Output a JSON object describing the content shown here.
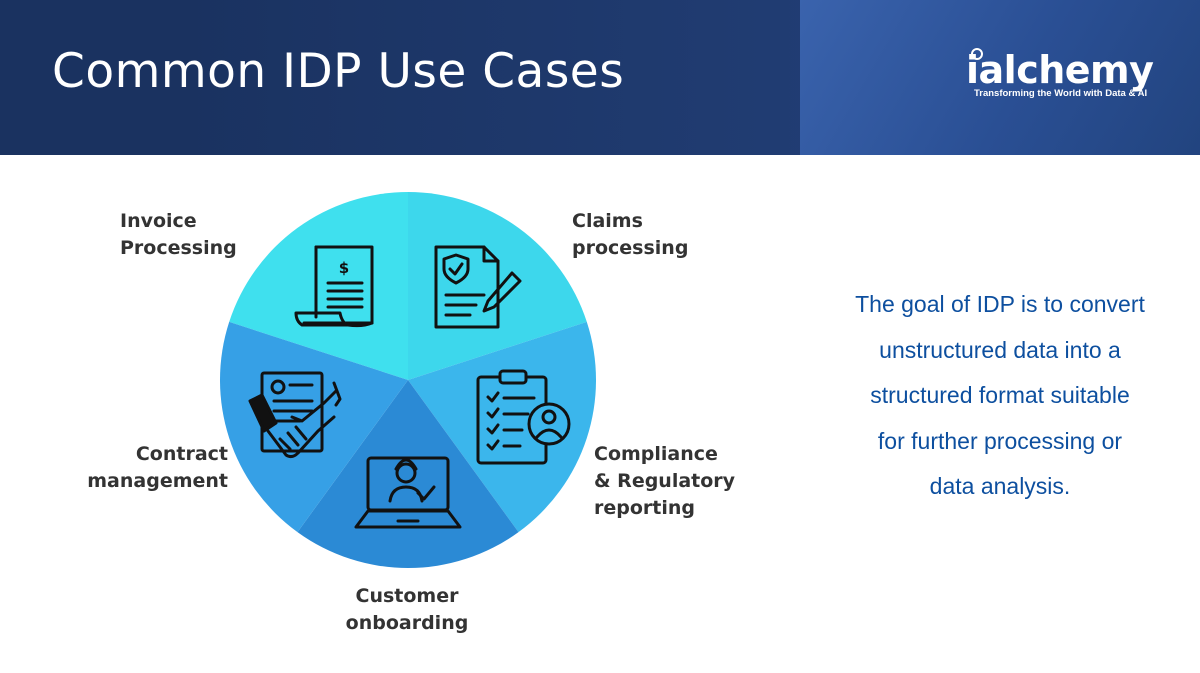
{
  "header": {
    "title": "Common IDP Use Cases",
    "logo_text": "ialchemy",
    "logo_tagline": "Transforming the World with Data & AI"
  },
  "diagram": {
    "segments": [
      {
        "id": "invoice",
        "lines": [
          "Invoice",
          "Processing"
        ],
        "icon": "invoice-icon",
        "color": "#3fe0ee"
      },
      {
        "id": "claims",
        "lines": [
          "Claims",
          "processing"
        ],
        "icon": "claims-document-icon",
        "color": "#3dd7ec"
      },
      {
        "id": "compliance",
        "lines": [
          "Compliance",
          "& Regulatory",
          "reporting"
        ],
        "icon": "clipboard-checklist-icon",
        "color": "#3bb6ec"
      },
      {
        "id": "onboarding",
        "lines": [
          "Customer",
          "onboarding"
        ],
        "icon": "laptop-user-icon",
        "color": "#2b8ad5"
      },
      {
        "id": "contract",
        "lines": [
          "Contract",
          "management"
        ],
        "icon": "handshake-contract-icon",
        "color": "#36a0e6"
      }
    ]
  },
  "statement": {
    "lines": [
      "The goal of IDP is to convert",
      "unstructured data into a",
      "structured format suitable",
      "for further processing or",
      "data analysis."
    ],
    "color": "#0d4f9f"
  }
}
